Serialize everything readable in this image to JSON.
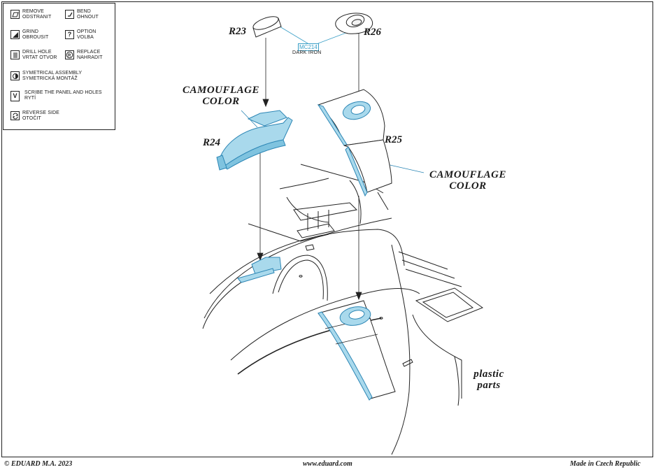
{
  "legend": {
    "items": [
      {
        "icon": "remove-icon",
        "line1": "REMOVE",
        "line2": "ODSTRANIT"
      },
      {
        "icon": "bend-icon",
        "line1": "BEND",
        "line2": "OHNOUT"
      },
      {
        "icon": "grind-icon",
        "line1": "GRIND",
        "line2": "OBROUSIT"
      },
      {
        "icon": "option-icon",
        "line1": "OPTION",
        "line2": "VOLBA"
      },
      {
        "icon": "drill-hole-icon",
        "line1": "DRILL HOLE",
        "line2": "VRTAT OTVOR"
      },
      {
        "icon": "replace-icon",
        "line1": "REPLACE",
        "line2": "NAHRADIT"
      },
      {
        "icon": "symmetrical-assembly-icon",
        "line1": "SYMETRICAL ASSEMBLY",
        "line2": "SYMETRICKÁ MONTÁŽ"
      },
      {
        "icon": "scribe-icon",
        "line1": "SCRIBE THE PANEL AND HOLES",
        "line2": "RYTÍ"
      },
      {
        "icon": "reverse-side-icon",
        "line1": "REVERSE SIDE",
        "line2": "OTOČIT"
      }
    ]
  },
  "parts": {
    "r23": "R23",
    "r24": "R24",
    "r25": "R25",
    "r26": "R26"
  },
  "paint": {
    "code": "MC214",
    "name": "DARK IRON"
  },
  "callouts": {
    "camo_left_line1": "CAMOUFLAGE",
    "camo_left_line2": "COLOR",
    "camo_right_line1": "CAMOUFLAGE",
    "camo_right_line2": "COLOR",
    "plastic_line1": "plastic",
    "plastic_line2": "parts"
  },
  "footer": {
    "copyright": "© EDUARD  M.A. 2023",
    "website": "www.eduard.com",
    "origin": "Made in Czech Republic"
  },
  "colors": {
    "part_fill": "#a9d9ec",
    "part_edge": "#2c86b5",
    "paint_code": "#3a9fc7",
    "line": "#222222"
  }
}
